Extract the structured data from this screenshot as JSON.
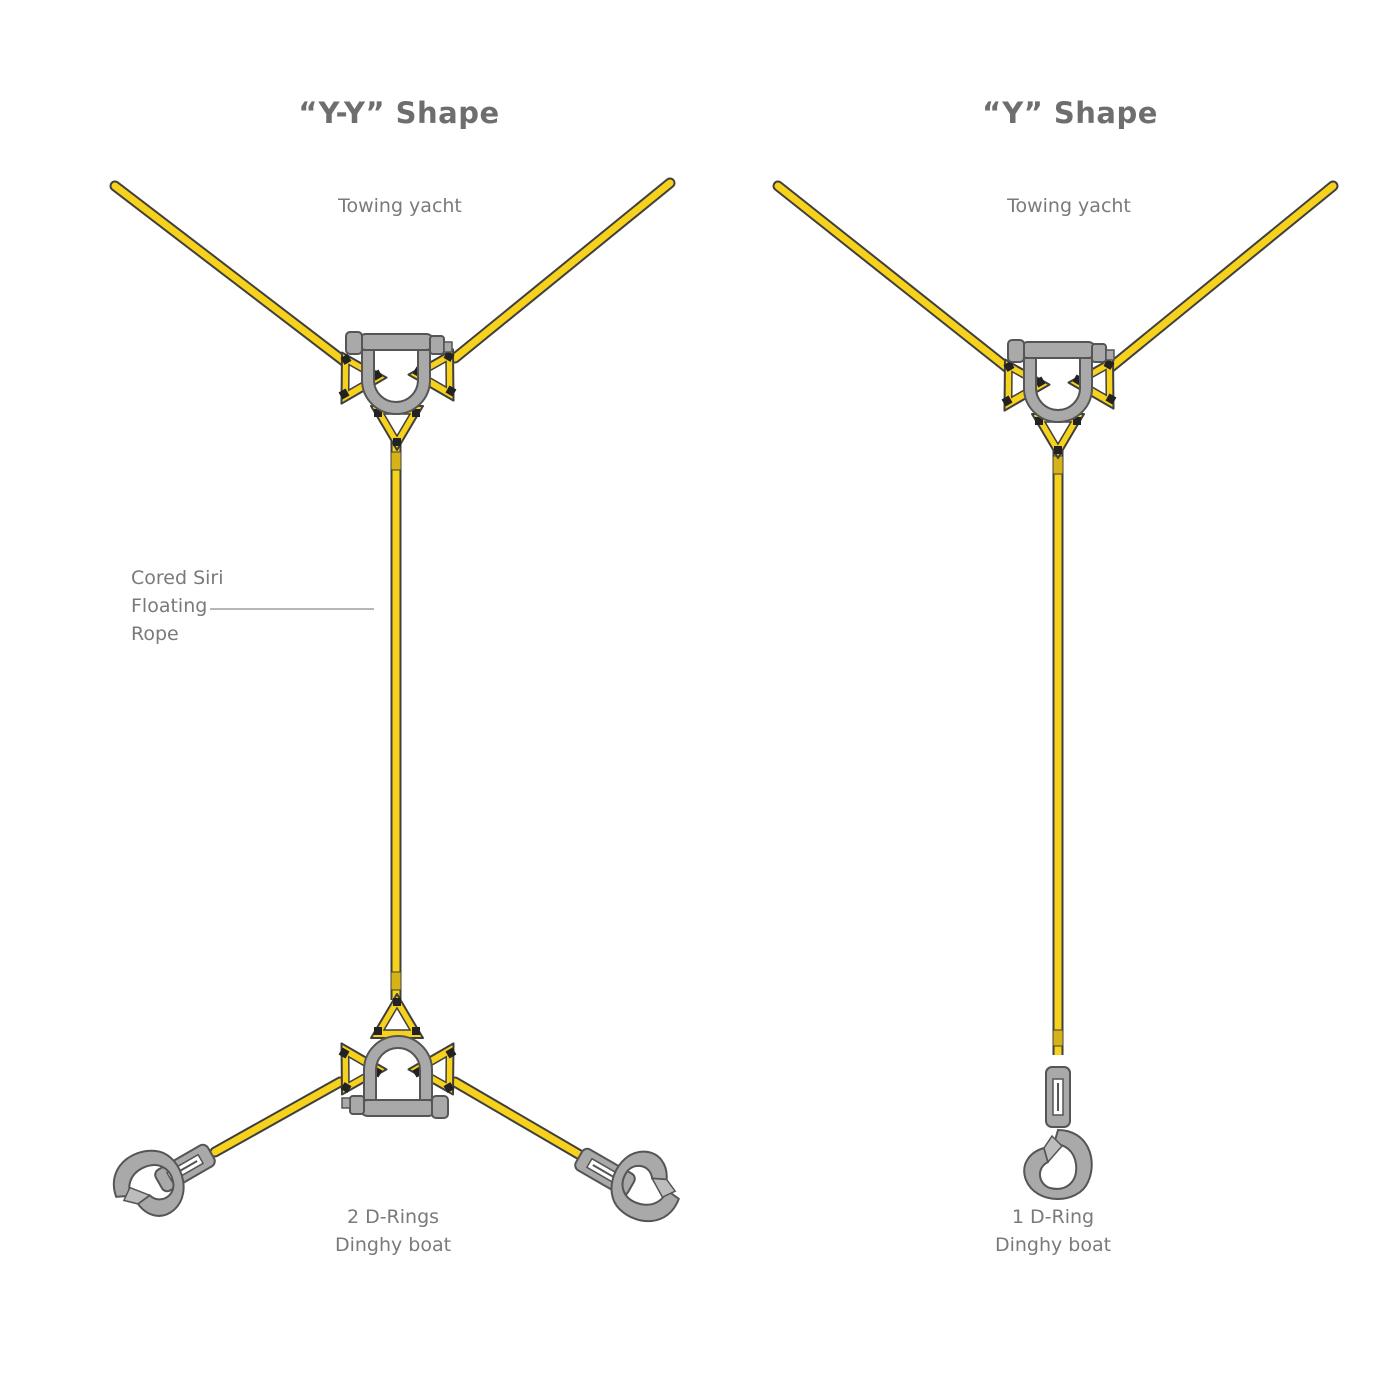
{
  "colors": {
    "rope": "#f6d21c",
    "rope_edge": "#3f3f3f",
    "metal": "#a9a9a9",
    "metal_edge": "#555555",
    "text": "#7a7a7a",
    "title": "#6e6e6e"
  },
  "left_diagram": {
    "title": "“Y-Y” Shape",
    "top_label": "Towing yacht",
    "rope_label": [
      "Cored Siri",
      "Floating",
      "Rope"
    ],
    "bottom_label": [
      "2 D-Rings",
      "Dinghy boat"
    ]
  },
  "right_diagram": {
    "title": "“Y” Shape",
    "top_label": "Towing yacht",
    "bottom_label": [
      "1 D-Ring",
      "Dinghy boat"
    ]
  },
  "icons": [
    "shackle-icon",
    "thimble-icon",
    "hook-icon",
    "swivel-icon"
  ]
}
